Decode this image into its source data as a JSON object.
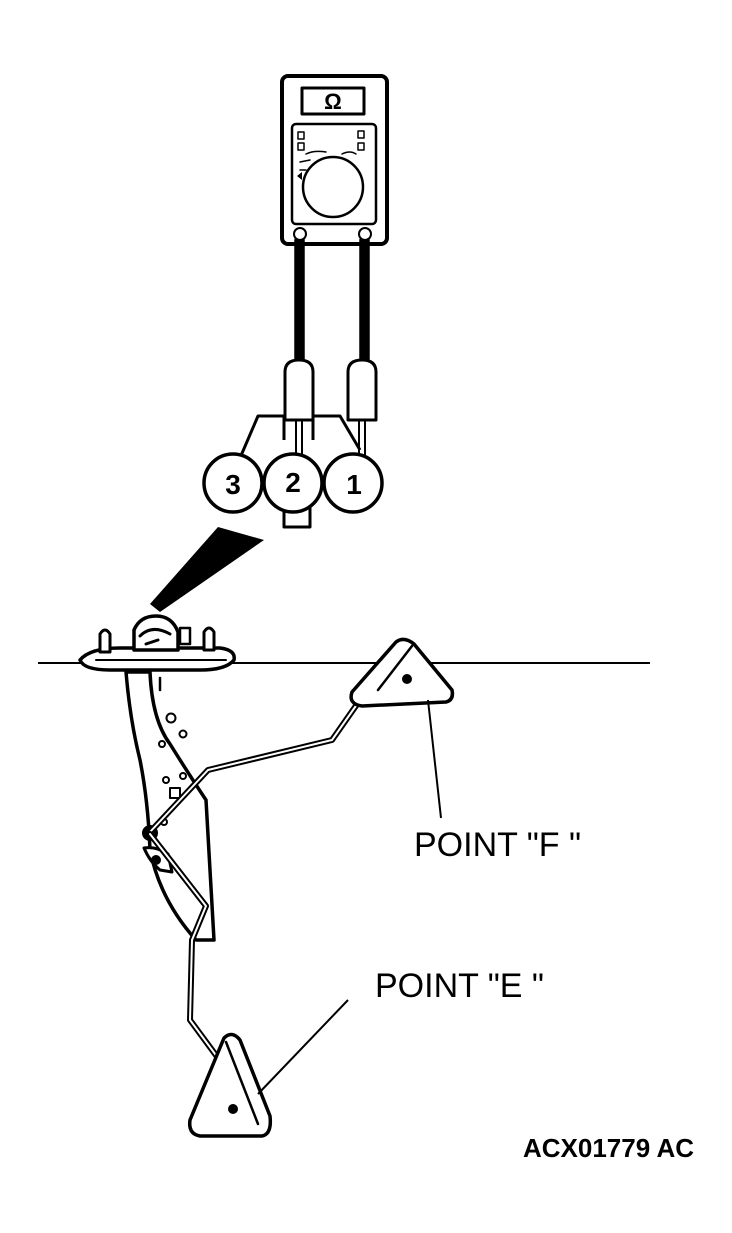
{
  "meter": {
    "display_symbol": "Ω"
  },
  "connector": {
    "pins": [
      "3",
      "2",
      "1"
    ]
  },
  "labels": {
    "point_f": "POINT \"F \"",
    "point_e": "POINT \"E \""
  },
  "figure_code": "ACX01779 AC"
}
